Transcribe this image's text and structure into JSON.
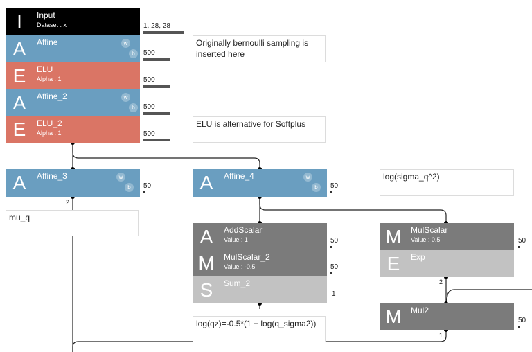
{
  "nodes": {
    "input": {
      "letter": "I",
      "title": "Input",
      "sub": "Dataset : x",
      "shape": "1, 28, 28"
    },
    "affine": {
      "letter": "A",
      "title": "Affine",
      "shape": "500",
      "w": "w",
      "b": "b"
    },
    "elu": {
      "letter": "E",
      "title": "ELU",
      "sub": "Alpha : 1",
      "shape": "500"
    },
    "affine_2": {
      "letter": "A",
      "title": "Affine_2",
      "shape": "500",
      "w": "w",
      "b": "b"
    },
    "elu_2": {
      "letter": "E",
      "title": "ELU_2",
      "sub": "Alpha : 1",
      "shape": "500"
    },
    "affine_3": {
      "letter": "A",
      "title": "Affine_3",
      "shape": "50",
      "w": "w",
      "b": "b",
      "port": "2"
    },
    "affine_4": {
      "letter": "A",
      "title": "Affine_4",
      "shape": "50",
      "w": "w",
      "b": "b"
    },
    "addscalar": {
      "letter": "A",
      "title": "AddScalar",
      "sub": "Value : 1",
      "shape": "50"
    },
    "mulscalar_2": {
      "letter": "M",
      "title": "MulScalar_2",
      "sub": "Value : -0.5",
      "shape": "50"
    },
    "sum_2": {
      "letter": "S",
      "title": "Sum_2",
      "shape": "1"
    },
    "mulscalar": {
      "letter": "M",
      "title": "MulScalar",
      "sub": "Value : 0.5",
      "shape": "50"
    },
    "exp": {
      "letter": "E",
      "title": "Exp",
      "port": "2"
    },
    "mul2": {
      "letter": "M",
      "title": "Mul2",
      "shape": "50",
      "port": "1"
    }
  },
  "comments": {
    "bernoulli": "Originally bernoulli sampling is inserted here",
    "elu_alt": "ELU is alternative for Softplus",
    "mu_q": "mu_q",
    "log_sigma": "log(sigma_q^2)",
    "log_qz": "log(qz)=-0.5*(1 + log(q_sigma2))"
  },
  "colors": {
    "input": "#000000",
    "affine": "#6a9ec0",
    "elu": "#da7565",
    "gray": "#7b7b7b",
    "light_gray": "#c2c2c2",
    "wire": "#222222"
  }
}
